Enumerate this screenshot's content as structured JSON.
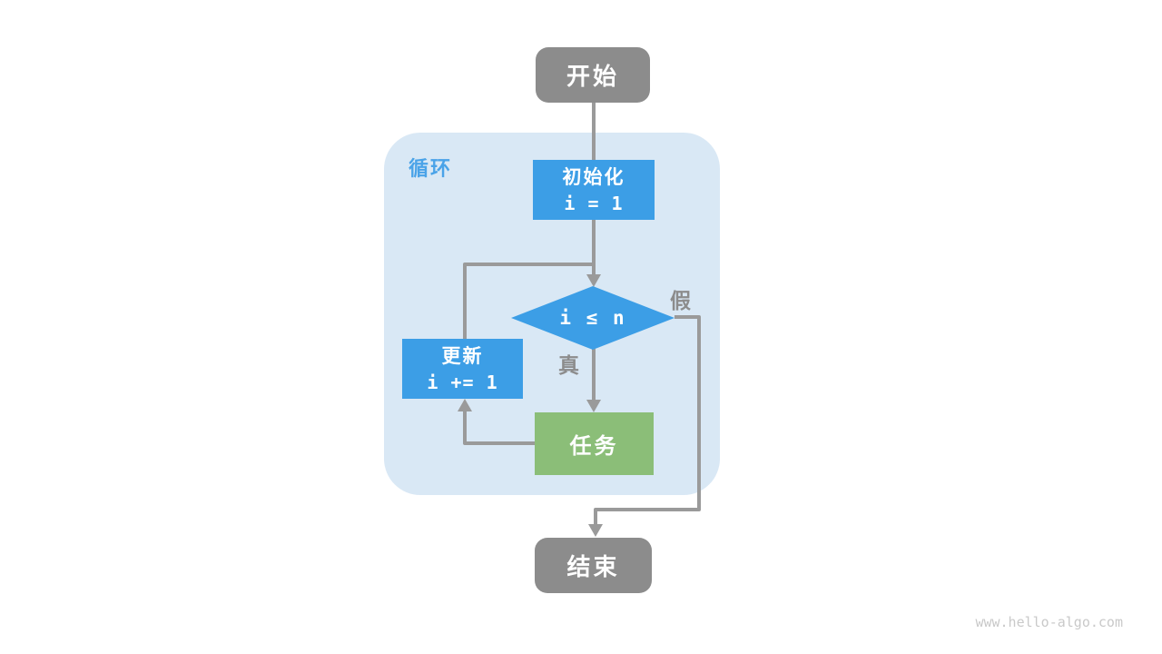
{
  "colors": {
    "node-blue": "#3C9EE6",
    "node-green": "#8BBE78",
    "node-gray": "#8C8C8C",
    "loop-bg": "#D9E8F5",
    "loop-label": "#4AA3E8",
    "edge": "#9A9A9A",
    "edge-label": "#8C8C8C",
    "watermark": "#C9C9C9",
    "text-on-node": "#FFFFFF"
  },
  "diagram": {
    "loop": {
      "label": "循环"
    },
    "nodes": {
      "start": {
        "label": "开始"
      },
      "init": {
        "title": "初始化",
        "code": "i = 1"
      },
      "condition": {
        "label": "i ≤ n"
      },
      "update": {
        "title": "更新",
        "code": "i += 1"
      },
      "task": {
        "label": "任务"
      },
      "end": {
        "label": "结束"
      }
    },
    "edge_labels": {
      "true": "真",
      "false": "假"
    }
  },
  "page": {
    "watermark": "www.hello-algo.com"
  }
}
